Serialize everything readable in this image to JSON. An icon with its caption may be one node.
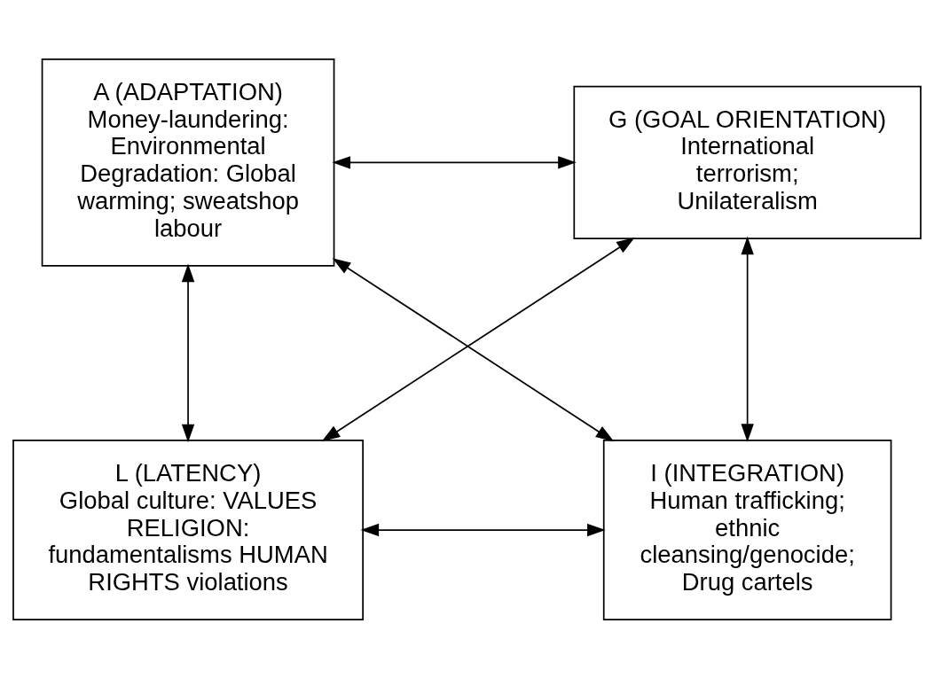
{
  "diagram": {
    "nodes": [
      {
        "text": [
          "A (ADAPTATION)",
          "Money-laundering: Environmental Degradation: Global warming; sweatshop labour"
        ]
      },
      {
        "text": [
          "G (GOAL ORIENTATION)",
          "International terrorism; Unilateralism"
        ]
      },
      {
        "text": [
          "L (LATENCY)",
          "Global culture: VALUES RELIGION: fundamentalisms HUMAN RIGHTS violations"
        ]
      },
      {
        "text": [
          "I (INTEGRATION)",
          "Human trafficking; ethnic cleansing/genocide; Drug cartels"
        ]
      }
    ],
    "edges": [
      {
        "from": 0,
        "to": 1,
        "arrow": "both"
      },
      {
        "from": 0,
        "to": 2,
        "arrow": "both"
      },
      {
        "from": 1,
        "to": 3,
        "arrow": "both"
      },
      {
        "from": 2,
        "to": 3,
        "arrow": "both"
      },
      {
        "from": 0,
        "to": 3,
        "arrow": "both"
      },
      {
        "from": 1,
        "to": 2,
        "arrow": "both"
      }
    ]
  }
}
